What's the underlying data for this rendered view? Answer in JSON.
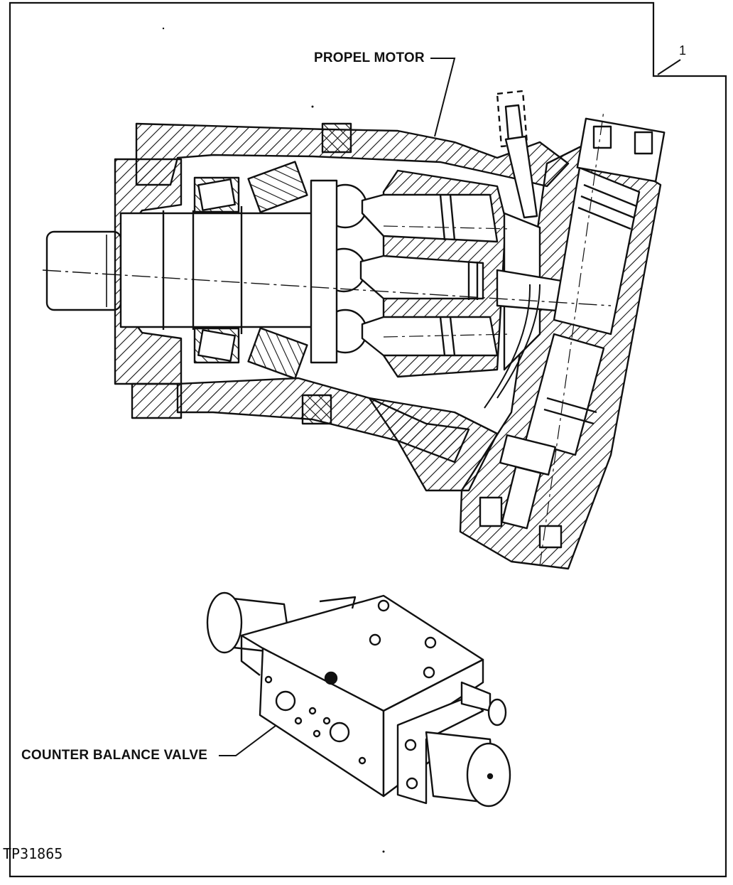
{
  "labels": {
    "propel_motor": "PROPEL MOTOR",
    "counter_balance_valve": "COUNTER BALANCE VALVE",
    "callout": "1",
    "figure_id": "TP31865"
  },
  "colors": {
    "ink": "#111111",
    "paper": "#ffffff"
  }
}
